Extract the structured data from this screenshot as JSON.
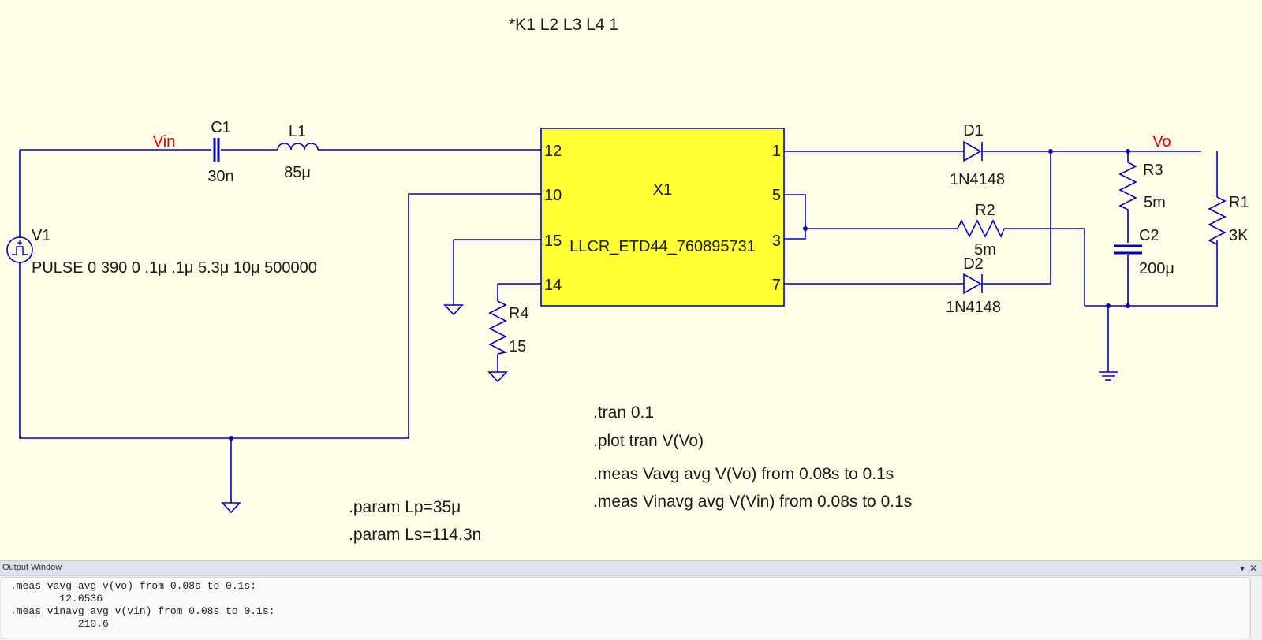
{
  "schematic": {
    "top_directive": "*K1 L2 L3 L4 1",
    "nets": {
      "vin": "Vin",
      "vo": "Vo"
    },
    "components": {
      "C1": {
        "name": "C1",
        "value": "30n"
      },
      "L1": {
        "name": "L1",
        "value": "85μ"
      },
      "V1": {
        "name": "V1",
        "value": "PULSE 0 390 0 .1μ .1μ 5.3μ 10μ 500000"
      },
      "X1": {
        "name": "X1",
        "model": "LLCR_ETD44_760895731",
        "pins_left": [
          "12",
          "10",
          "15",
          "14"
        ],
        "pins_right": [
          "1",
          "5",
          "3",
          "7"
        ]
      },
      "D1": {
        "name": "D1",
        "value": "1N4148"
      },
      "D2": {
        "name": "D2",
        "value": "1N4148"
      },
      "R2": {
        "name": "R2",
        "value": "5m"
      },
      "R3": {
        "name": "R3",
        "value": "5m"
      },
      "R1": {
        "name": "R1",
        "value": "3K"
      },
      "C2": {
        "name": "C2",
        "value": "200μ"
      },
      "R4": {
        "name": "R4",
        "value": "15"
      }
    },
    "directives": [
      ".tran 0.1",
      ".plot tran V(Vo)",
      ".meas Vavg avg V(Vo) from 0.08s to 0.1s",
      ".meas Vinavg avg V(Vin) from 0.08s to 0.1s",
      ".param Lp=35μ",
      ".param Ls=114.3n"
    ]
  },
  "output_window": {
    "title": "Output Window",
    "lines": [
      ".meas vavg avg v(vo) from 0.08s to 0.1s:",
      "        12.0536",
      ".meas vinavg avg v(vin) from 0.08s to 0.1s:",
      "           210.6"
    ]
  },
  "colors": {
    "background": "#fffde7",
    "wire": "#0000cc",
    "net_label": "#e00000",
    "block_fill": "#ffff33"
  }
}
